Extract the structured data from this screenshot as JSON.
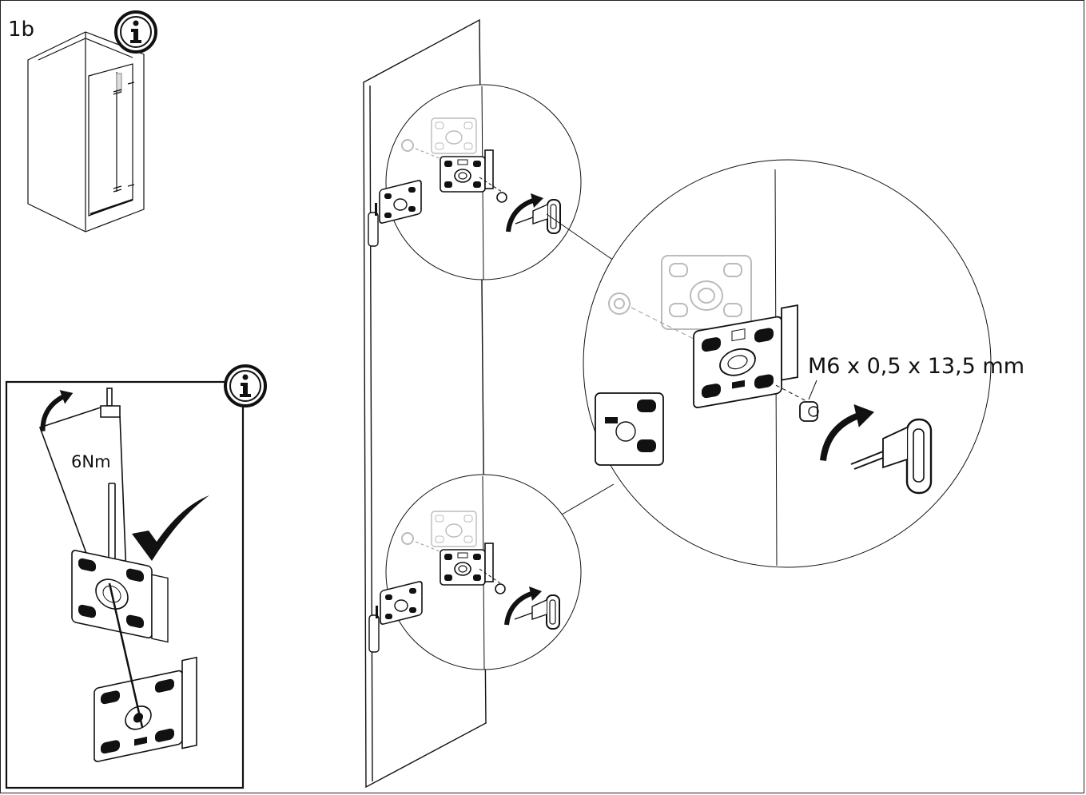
{
  "step": {
    "label": "1b"
  },
  "torque_panel": {
    "torque_value": "6Nm"
  },
  "detail": {
    "screw_spec": "M6 x 0,5 x 13,5 mm"
  },
  "icons": {
    "info": "info-icon",
    "check": "checkmark-icon",
    "rotate": "rotate-arrow-icon"
  },
  "colors": {
    "line": "#111111",
    "ghost": "#bdbdbd",
    "part_fill": "#ffffff"
  }
}
